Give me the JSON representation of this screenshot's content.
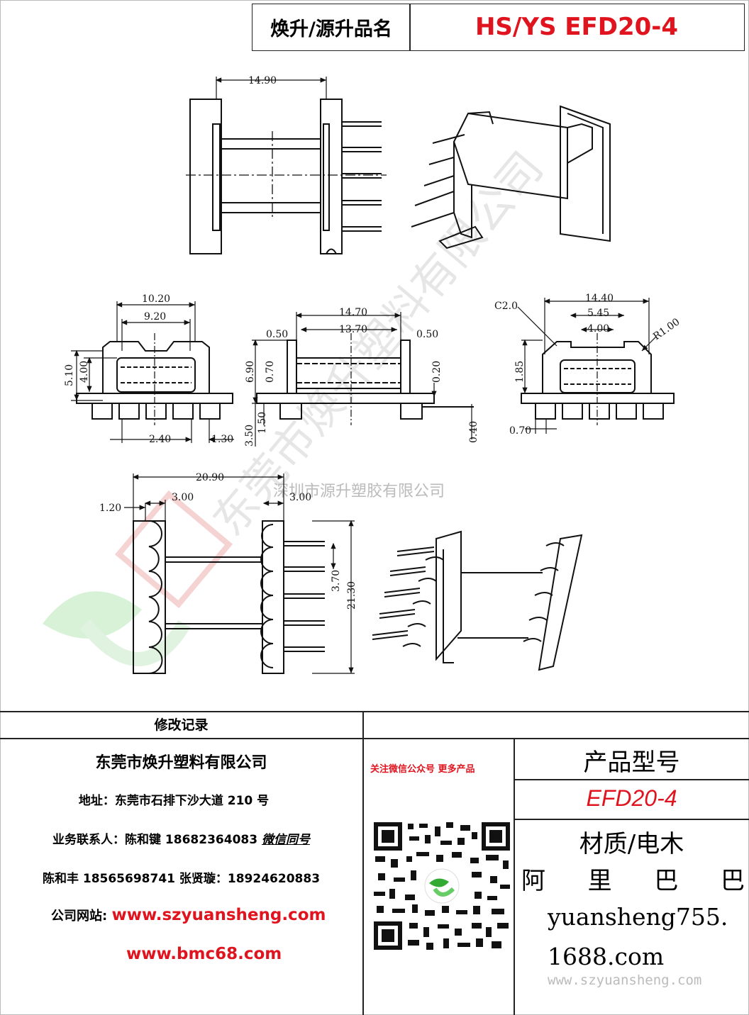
{
  "header": {
    "label": "焕升/源升品名",
    "model": "HS/YS EFD20-4"
  },
  "drawing": {
    "dims": {
      "top_width": "14.90",
      "a": "10.20",
      "b": "9.20",
      "c": "5.10",
      "d": "4.00",
      "e": "6.90",
      "f": "3.50",
      "g": "1.50",
      "h": "0.70",
      "pitch": "2.40",
      "pin_off": "1.30",
      "w1": "14.70",
      "w2": "13.70",
      "lip_l": "0.50",
      "lip_r": "0.50",
      "t": "0.20",
      "pin_d": "0.40",
      "r1": "14.40",
      "r2": "5.45",
      "r3": "4.00",
      "r4": "1.85",
      "chamfer": "C2.0",
      "radius": "R1.00",
      "pin_w": "0.70",
      "len": "20.90",
      "l1": "1.20",
      "l2": "3.00",
      "l3": "3.00",
      "h1": "3.70",
      "h2": "21.30"
    },
    "watermark_center": "深圳市源升塑胶有限公司",
    "watermark_diag": "东莞市焕升塑料有限公司"
  },
  "footer": {
    "revision_label": "修改记录",
    "company": "东莞市焕升塑料有限公司",
    "address": "地址：东莞市石排下沙大道 210 号",
    "contact1_prefix": "业务联系人：陈和键 18682364083 ",
    "contact1_wechat": "微信同号",
    "contact2": "陈和丰  18565698741  张贤璇：18924620883",
    "site_label": "公司网站: ",
    "site1": "www.szyuansheng.com",
    "site2": "www.bmc68.com",
    "wechat_note": "关注微信公众号  更多产品",
    "product_type_label": "产品型号",
    "product_type": "EFD20-4",
    "material": "材质/电木",
    "alibaba": [
      "阿",
      "里",
      "巴",
      "巴"
    ],
    "shop_line1": "yuansheng755.",
    "shop_line2": "1688.com",
    "footer_watermark": "www.szyuansheng.com"
  }
}
